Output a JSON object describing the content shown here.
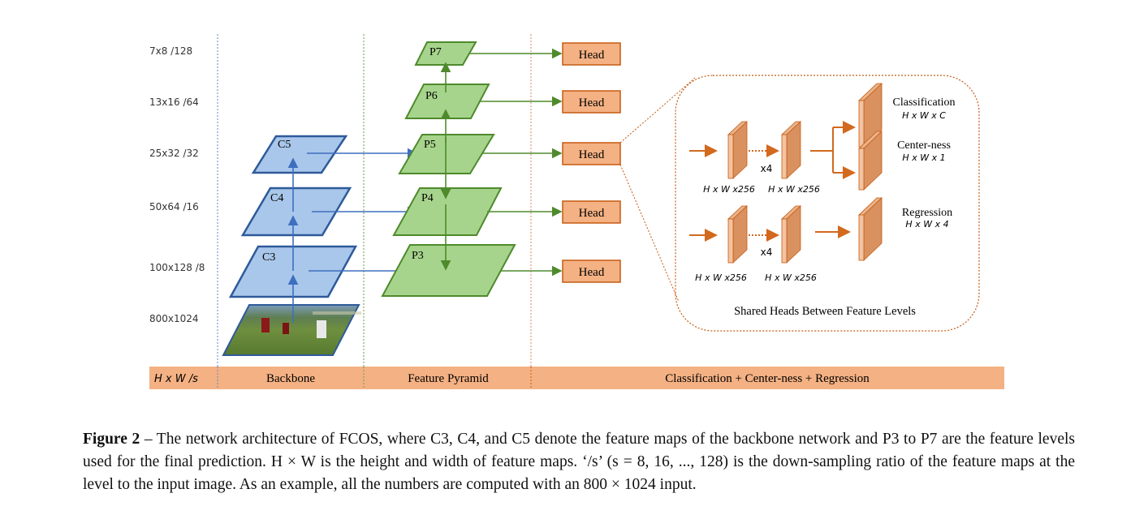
{
  "scale_labels": [
    "7x8  /128",
    "13x16  /64",
    "25x32  /32",
    "50x64  /16",
    "100x128  /8",
    "800x1024"
  ],
  "backbone": [
    "C3",
    "C4",
    "C5"
  ],
  "pyramid": [
    "P3",
    "P4",
    "P5",
    "P6",
    "P7"
  ],
  "head_label": "Head",
  "shared_heads": {
    "classification": "Classification",
    "classification_dim": "H x W x C",
    "centerness": "Center-ness",
    "centerness_dim": "H x W x 1",
    "regression": "Regression",
    "regression_dim": "H x W x 4",
    "dim_256": "H x W x256",
    "repeat": "x4",
    "title": "Shared Heads Between Feature Levels"
  },
  "bottom_bar": {
    "hw": "H x W  /s",
    "backbone": "Backbone",
    "pyramid": "Feature Pyramid",
    "heads": "Classification + Center-ness + Regression"
  },
  "caption": {
    "figure": "Figure 2",
    "text": " – The network architecture of FCOS, where C3, C4, and C5 denote the feature maps of the backbone network and P3 to P7 are the feature levels used for the final prediction. H × W is the height and width of feature maps. ‘/s’ (s = 8, 16, ..., 128) is the down-sampling ratio of the feature maps at the level to the input image. As an example, all the numbers are computed with an 800 × 1024 input."
  },
  "colors": {
    "backbone_fill": "#a9c7ea",
    "backbone_stroke": "#2e5a9a",
    "pyramid_fill": "#a7d48c",
    "pyramid_stroke": "#4e8a2c",
    "head_fill": "#f4b183",
    "head_stroke": "#c55a11",
    "bar_fill": "#f4b183",
    "orange_arrow": "#d2691e",
    "blue_arrow": "#3d6fc0",
    "green_arrow": "#4e8a2c"
  }
}
